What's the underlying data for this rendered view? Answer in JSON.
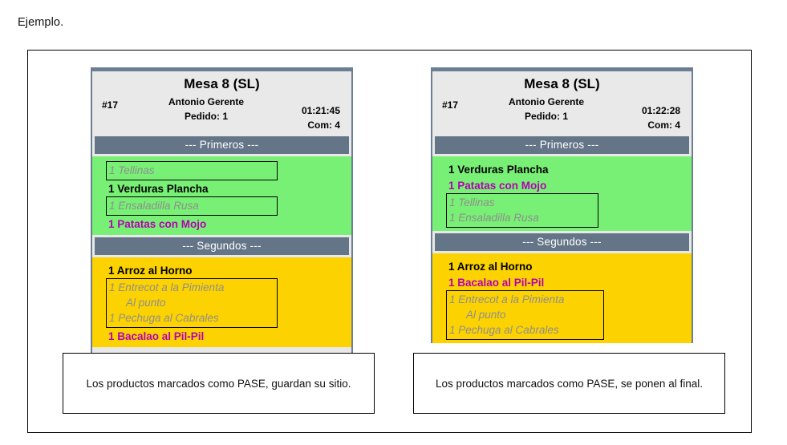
{
  "page": {
    "label": "Ejemplo."
  },
  "colors": {
    "panel_chrome": "#6b7e92",
    "course_bar": "#647588",
    "primeros_bg": "#78f075",
    "segundos_bg": "#fcd200",
    "header_bg": "#e9e9e9",
    "marked_item": "#b500b5",
    "pase_item": "#8f8f8f"
  },
  "panels": [
    {
      "id": "left",
      "header": {
        "title": "Mesa 8 (SL)",
        "ticket_number": "#17",
        "waiter": "Antonio Gerente",
        "order": "Pedido: 1",
        "time": "01:21:45",
        "guests": "Com: 4"
      },
      "courses": [
        {
          "bar_label": "--- Primeros ---",
          "lines": [
            {
              "kind": "pase",
              "text": "1 Tellinas"
            },
            {
              "kind": "normal",
              "text": "1 Verduras Plancha"
            },
            {
              "kind": "pase",
              "text": "1 Ensaladilla Rusa"
            },
            {
              "kind": "marked",
              "text": "1 Patatas con Mojo"
            }
          ]
        },
        {
          "bar_label": "--- Segundos ---",
          "lines": [
            {
              "kind": "normal",
              "text": "1 Arroz al Horno"
            },
            {
              "kind": "pase-group",
              "items": [
                {
                  "text": "1 Entrecot a la Pimienta",
                  "sub": false
                },
                {
                  "text": "Al punto",
                  "sub": true
                },
                {
                  "text": "1 Pechuga al Cabrales",
                  "sub": false
                }
              ]
            },
            {
              "kind": "marked",
              "text": "1 Bacalao al Pil-Pil"
            }
          ]
        }
      ],
      "note": "Los productos marcados como PASE, guardan su sitio."
    },
    {
      "id": "right",
      "header": {
        "title": "Mesa 8 (SL)",
        "ticket_number": "#17",
        "waiter": "Antonio Gerente",
        "order": "Pedido: 1",
        "time": "01:22:28",
        "guests": "Com: 4"
      },
      "courses": [
        {
          "bar_label": "--- Primeros ---",
          "lines": [
            {
              "kind": "normal",
              "text": "1 Verduras Plancha"
            },
            {
              "kind": "marked",
              "text": "1 Patatas con Mojo"
            },
            {
              "kind": "pase-group",
              "items": [
                {
                  "text": "1 Tellinas",
                  "sub": false
                },
                {
                  "text": "1 Ensaladilla Rusa",
                  "sub": false
                }
              ]
            }
          ]
        },
        {
          "bar_label": "--- Segundos ---",
          "lines": [
            {
              "kind": "normal",
              "text": "1 Arroz al Horno"
            },
            {
              "kind": "marked",
              "text": "1 Bacalao al Pil-Pil"
            },
            {
              "kind": "pase-group",
              "items": [
                {
                  "text": "1 Entrecot a la Pimienta",
                  "sub": false
                },
                {
                  "text": "Al punto",
                  "sub": true
                },
                {
                  "text": "1 Pechuga al Cabrales",
                  "sub": false
                }
              ]
            }
          ]
        }
      ],
      "note": "Los productos marcados como PASE, se ponen al final."
    }
  ]
}
